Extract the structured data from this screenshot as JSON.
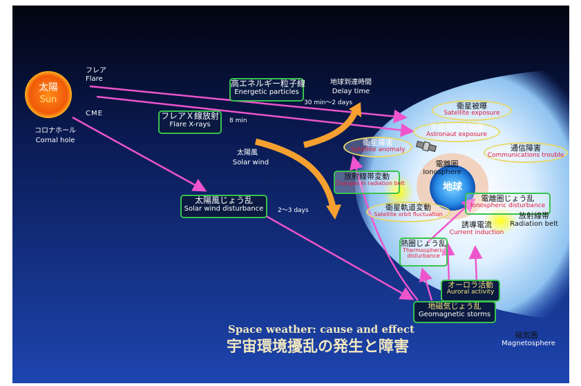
{
  "sun": {
    "jp": "太陽",
    "en": "Sun"
  },
  "flare": {
    "jp": "フレア",
    "en": "Flare"
  },
  "cme": "CME",
  "coronal_hole": {
    "jp": "コロナホール",
    "en": "Cornal hole"
  },
  "energetic_particles": {
    "jp": "高エネルギー粒子線",
    "en": "Energetic particles"
  },
  "delay_time": {
    "jp": "地球到達時間",
    "en": "Delay time"
  },
  "delay_30min": "30 min～2 days",
  "flare_xrays": {
    "jp": "フレアＸ線放射",
    "en": "Flare X-rays"
  },
  "delay_8min": "8 min",
  "solar_wind": {
    "jp": "太陽風",
    "en": "Solar wind"
  },
  "solar_wind_disturbance": {
    "jp": "太陽風じょう乱",
    "en": "Solar wind disturbance"
  },
  "delay_2_3days": "2～3 days",
  "satellite_exposure": {
    "jp": "衛星被曝",
    "en": "Satellite exposure"
  },
  "astronaut_exposure": {
    "jp": "宇宙飛行士被曝",
    "en": "Astronaut exposure"
  },
  "satellite_anomaly": {
    "jp": "衛星障害",
    "en": "Satellite anomaly"
  },
  "communications_trouble": {
    "jp": "通信障害",
    "en": "Communications trouble"
  },
  "ionosphere": {
    "jp": "電離圏",
    "en": "Ionosphere"
  },
  "radiation_belt_change": {
    "jp": "放射線帯変動",
    "en": "Changes in radiation belt"
  },
  "earth": "地球",
  "ionospheric_disturbance": {
    "jp": "電離圏じょう乱",
    "en": "Ionospheric disturbance"
  },
  "orbit_fluctuation": {
    "jp": "衛星軌道変動",
    "en": "Satellite orbit fluctuation"
  },
  "radiation_belt": {
    "jp": "放射線帯",
    "en": "Radiation belt"
  },
  "current_induction": {
    "jp": "誘導電流",
    "en": "Current induction"
  },
  "thermospheric_disturbance": {
    "jp": "熱圏じょう乱",
    "en": "Thermospheric disturbance"
  },
  "auroral_activity": {
    "jp": "オーロラ活動",
    "en": "Auroral activity"
  },
  "geomagnetic_storms": {
    "jp": "地磁気じょう乱",
    "en": "Geomagnetic storms"
  },
  "title_en": "Space weather: cause and effect",
  "title_jp": "宇宙環境擾乱の発生と障害",
  "magnetosphere": {
    "jp": "磁気圏",
    "en": "Magnetosphere"
  },
  "colors": {
    "background_top": "#020512",
    "background_bottom": "#1a3ea0",
    "arrow_pink": "#ee55cc",
    "arrow_orange": "#f5a030",
    "box_green": "#39c24f",
    "text_red": "#e0183a"
  }
}
